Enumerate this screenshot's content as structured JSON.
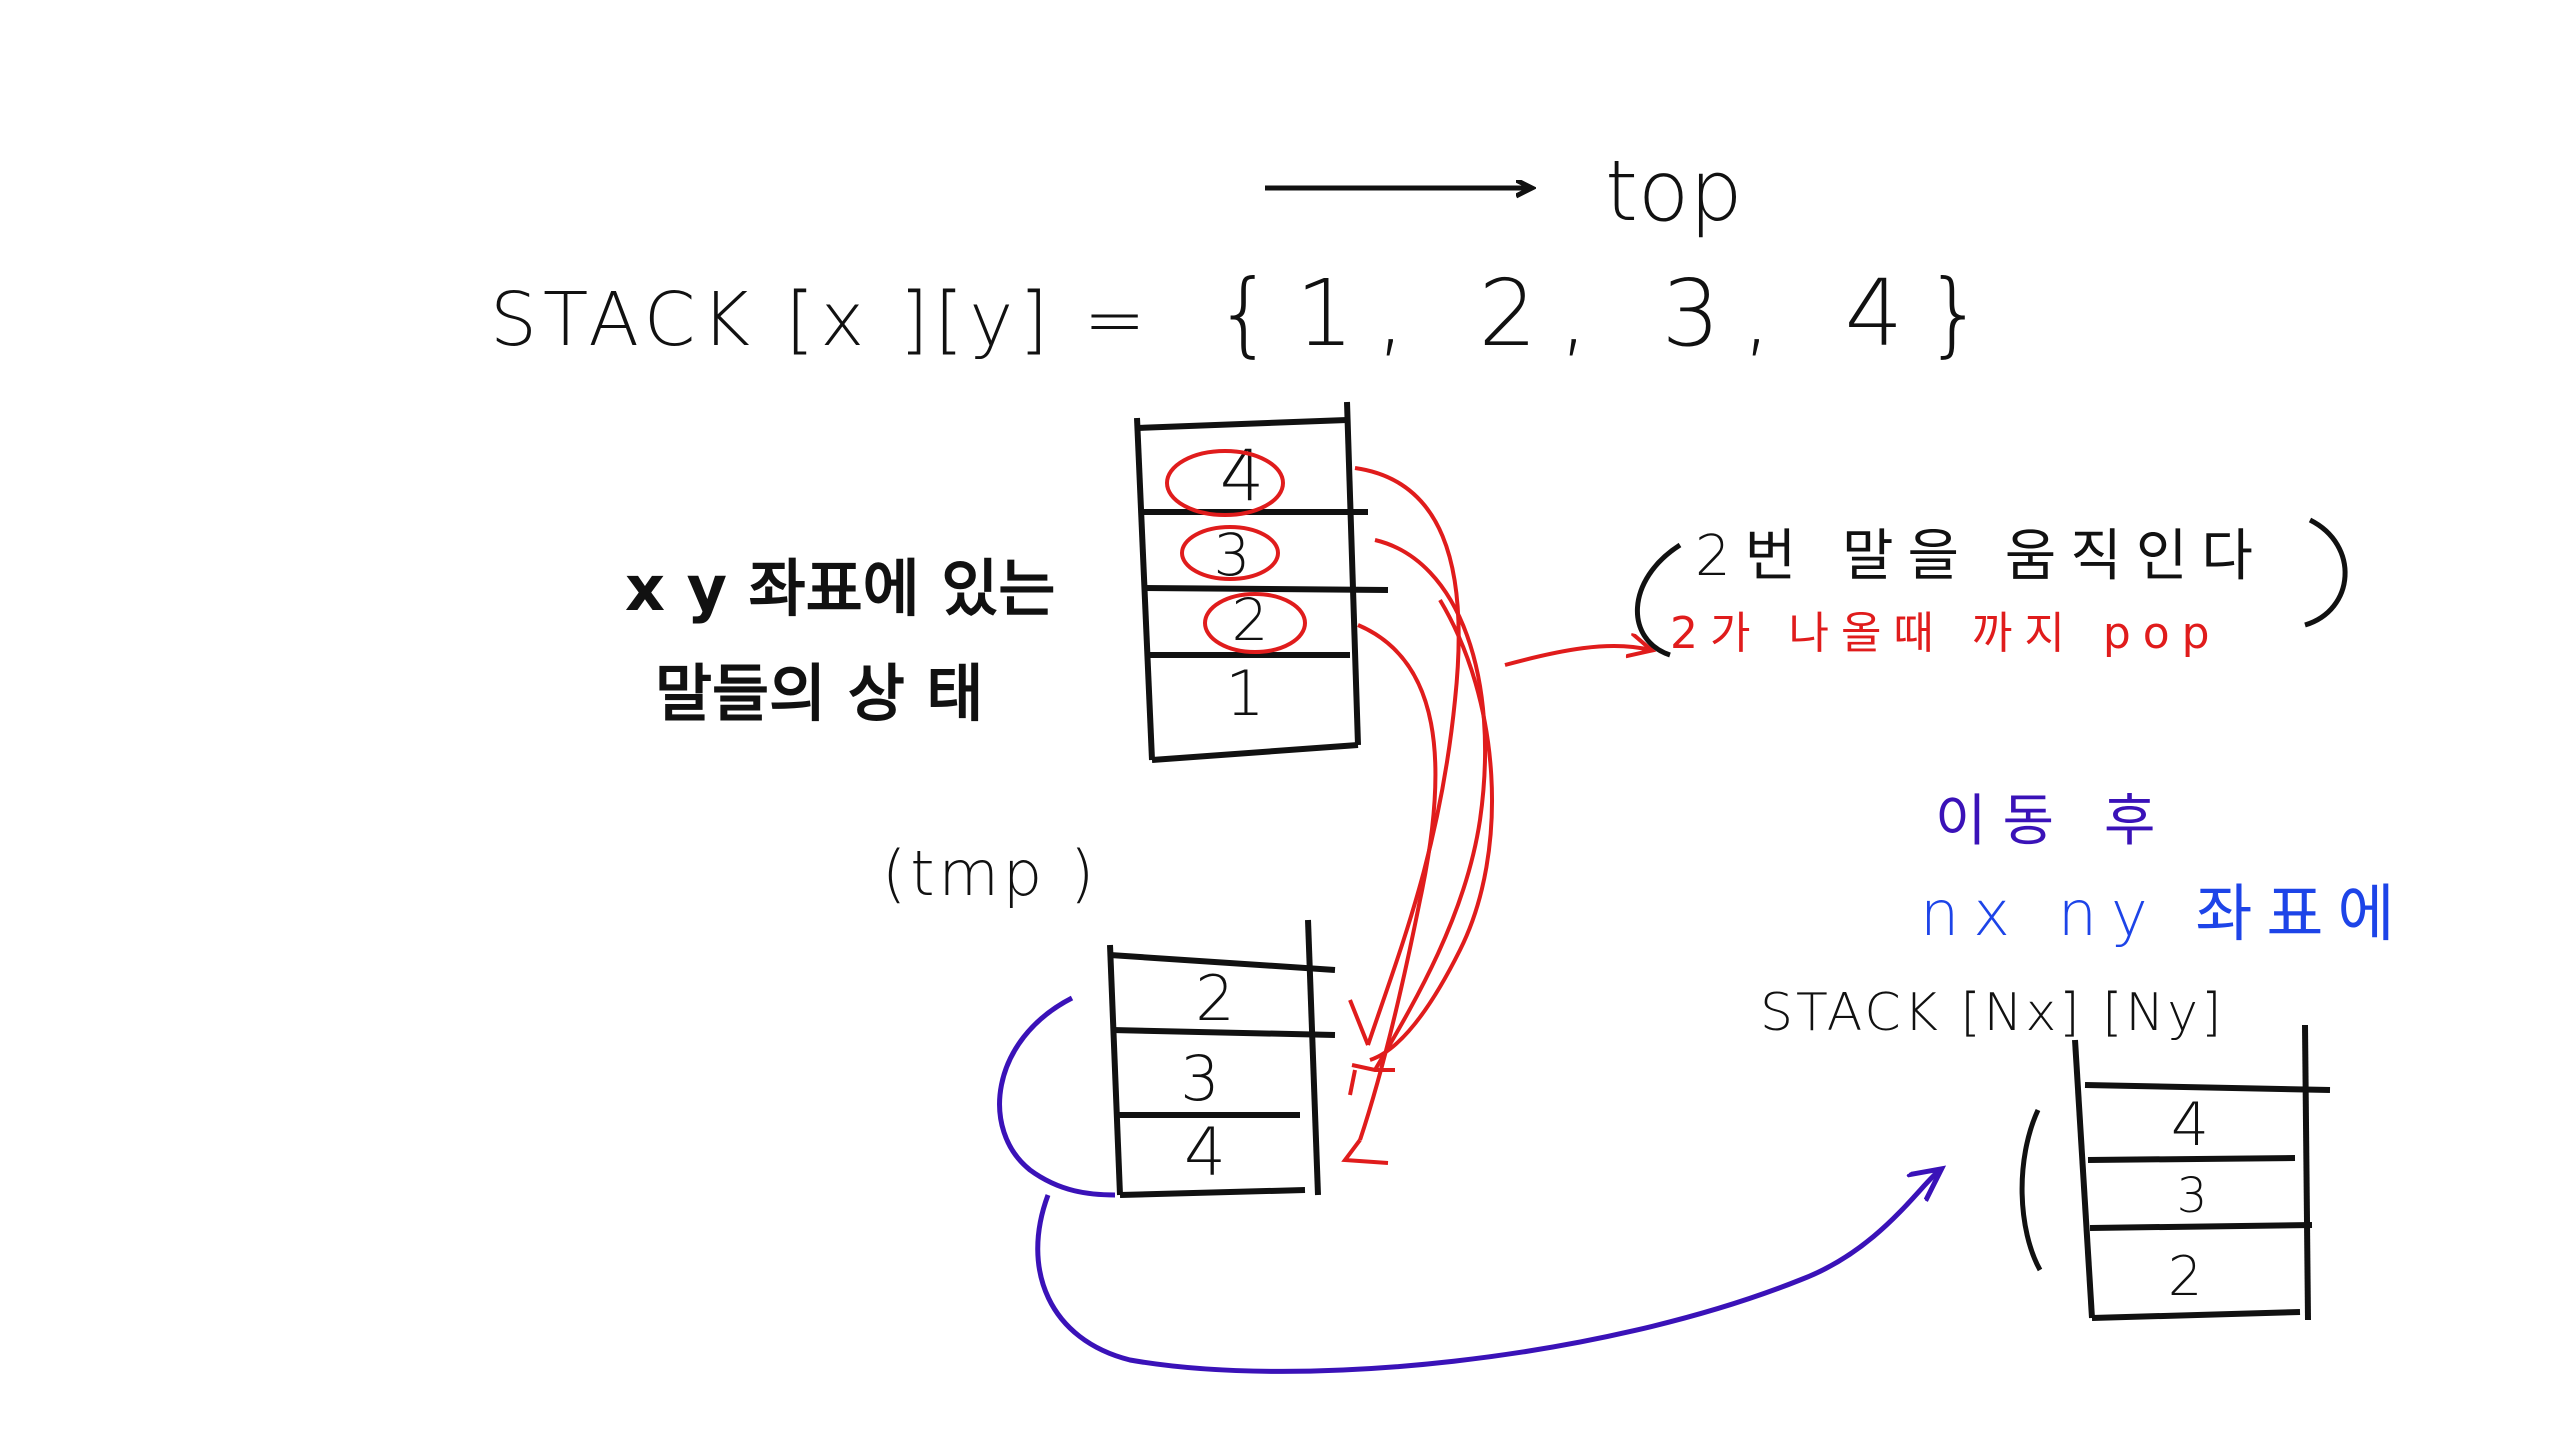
{
  "colors": {
    "ink": "#111111",
    "red": "#e01c1c",
    "purple": "#3a12b8",
    "blue": "#1d44e8"
  },
  "top_label": "top",
  "stack_decl": {
    "prefix": "STACK [x ][y] =",
    "values": "{1, 2, 3, 4}"
  },
  "state_caption": {
    "line1": "x y 좌표에 있는",
    "line2": "말들의 상 태"
  },
  "main_stack": {
    "cells": [
      "4",
      "3",
      "2",
      "1"
    ],
    "circled": [
      "4",
      "3",
      "2"
    ]
  },
  "note": {
    "line1": "2번 말을 움직인다",
    "line2": "2가 나올때 까지 pop"
  },
  "tmp_label": "(tmp )",
  "tmp_stack": {
    "cells": [
      "2",
      "3",
      "4"
    ]
  },
  "after_move": {
    "line1": "이동 후",
    "line2": "nx ny 좌표에",
    "stack_label": "STACK [Nx] [Ny]"
  },
  "dest_stack": {
    "cells": [
      "4",
      "3",
      "2"
    ]
  }
}
